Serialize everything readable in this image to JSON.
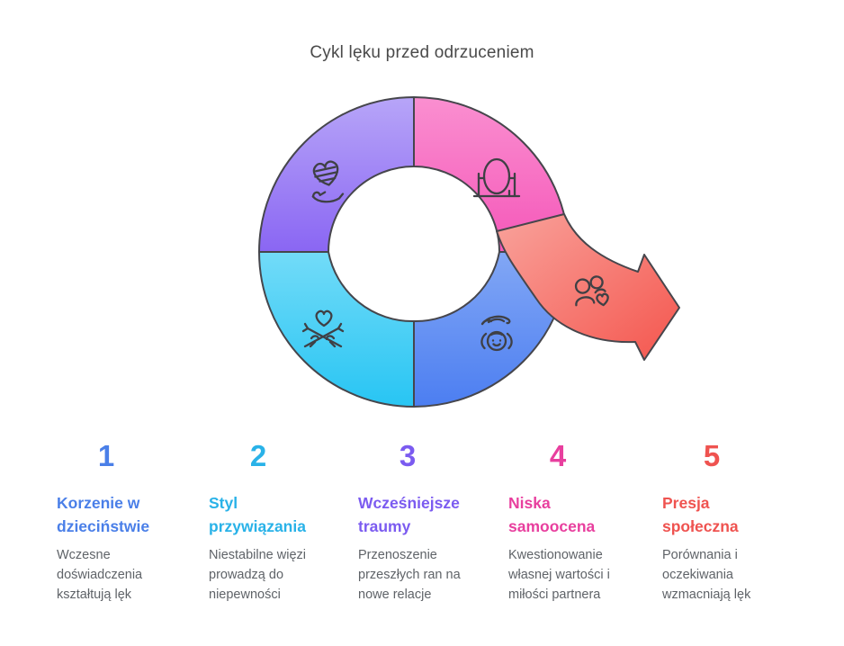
{
  "title": "Cykl lęku przed odrzuceniem",
  "diagram": {
    "outline_color": "#46464c",
    "icon_color": "#3f4045",
    "segments": [
      {
        "name": "childhood-segment",
        "icon": "heart-in-hand-icon",
        "color_from": "#b7a5f8",
        "color_to": "#8a66f3"
      },
      {
        "name": "self-image-segment",
        "icon": "mirror-icon",
        "color_from": "#fa8fd0",
        "color_to": "#f557b9"
      },
      {
        "name": "inner-child-segment",
        "icon": "child-care-icon",
        "color_from": "#82a7f5",
        "color_to": "#4c7ef1"
      },
      {
        "name": "attachment-segment",
        "icon": "heart-branches-icon",
        "color_from": "#72dbf8",
        "color_to": "#28c5f3"
      }
    ],
    "arrow": {
      "name": "cycle-exit-arrow",
      "icon": "people-heart-icon",
      "color_from": "#f9a29b",
      "color_to": "#f4564e"
    }
  },
  "steps": [
    {
      "number": "1",
      "accent": "#4a7fe8",
      "title": "Korzenie w\ndzieciństwie",
      "description": "Wczesne\ndoświadczenia\nkształtują lęk"
    },
    {
      "number": "2",
      "accent": "#29b2e8",
      "title": "Styl\nprzywiązania",
      "description": "Niestabilne więzi\nprowadzą do\nniepewności"
    },
    {
      "number": "3",
      "accent": "#7b5bf0",
      "title": "Wcześniejsze\ntraumy",
      "description": "Przenoszenie\nprzeszłych ran na\nnowe relacje"
    },
    {
      "number": "4",
      "accent": "#e83f9e",
      "title": "Niska\nsamoocena",
      "description": "Kwestionowanie\nwłasnej wartości i\nmiłości partnera"
    },
    {
      "number": "5",
      "accent": "#ef5350",
      "title": "Presja\nspołeczna",
      "description": "Porównania i\noczekiwania\nwzmacniają lęk"
    }
  ]
}
